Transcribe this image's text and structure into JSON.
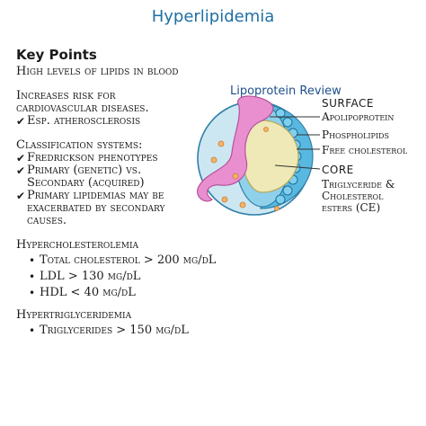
{
  "title": "Hyperlipidemia",
  "key_points_heading": "Key Points",
  "points": {
    "high_levels": "High levels of lipids in blood",
    "increases_risk": [
      "Increases risk for",
      "cardiovascular diseases."
    ],
    "esp": "Esp. atherosclerosis",
    "classification": "Classification systems:",
    "fredrickson": "Fredrickson phenotypes",
    "primary_secondary": [
      "Primary (genetic) vs.",
      "Secondary (acquired)"
    ],
    "primary_lipidemias": [
      "Primary lipidemias may be",
      "exacerbated by secondary",
      "causes."
    ],
    "hypercholesterolemia": "Hypercholesterolemia",
    "total_cholesterol": "Total cholesterol > 200 mg/dL",
    "ldl": "LDL > 130 mg/dL",
    "hdl": "HDL < 40 mg/dL",
    "hypertriglyceridemia": "Hypertriglyceridemia",
    "triglycerides": "Triglycerides > 150 mg/dL"
  },
  "diagram": {
    "title": "Lipoprotein Review",
    "surface": "SURFACE",
    "apolipoprotein": "Apolipoprotein",
    "phospholipids": "Phospholipids",
    "free_cholesterol": "Free cholesterol",
    "core": "CORE",
    "core_contents": [
      "Triglyceride &",
      "Cholesterol",
      "esters (CE)"
    ]
  },
  "colors": {
    "title": "#1f6fa3",
    "diagram_title": "#1f4f8c",
    "outer_sphere": "#cde7f2",
    "inner_sphere": "#59b8df",
    "apolipoprotein": "#e98fd0",
    "core": "#eee9b6",
    "small_particles": "#f5b36a"
  },
  "icons": {
    "check": "check-icon",
    "bullet": "bullet-icon"
  }
}
